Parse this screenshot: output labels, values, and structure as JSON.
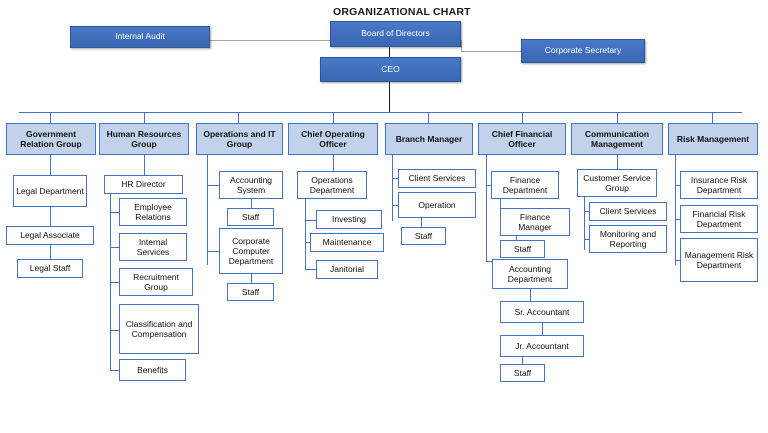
{
  "chart": {
    "title": "ORGANIZATIONAL CHART",
    "colors": {
      "solid_fill": "#3f6fbe",
      "solid_border": "#2f5597",
      "dept_fill": "#c2d2ea",
      "dept_border": "#4472c4",
      "leaf_fill": "#ffffff",
      "leaf_border": "#4472c4",
      "connector": "#4472c4",
      "connector_dark": "#1a1a1a",
      "connector_grey": "#a6a6a6",
      "text_light": "#ffffff",
      "text_dark": "#111111"
    },
    "top": {
      "board": "Board of Directors",
      "ceo": "CEO",
      "internal_audit": "Internal Audit",
      "corporate_secretary": "Corporate Secretary"
    },
    "departments": [
      {
        "name": "Government Relation Group",
        "children": [
          "Legal Department",
          "Legal Associate",
          "Legal Staff"
        ]
      },
      {
        "name": "Human Resources Group",
        "children": [
          "HR Director",
          "Employee Relations",
          "Internal Services",
          "Recruitment Group",
          "Classification and Compensation",
          "Benefits"
        ]
      },
      {
        "name": "Operations and IT Group",
        "children": [
          "Accounting System",
          "Staff",
          "Corporate Computer Department",
          "Staff"
        ]
      },
      {
        "name": "Chief Operating Officer",
        "children": [
          "Operations Department",
          "Investing",
          "Maintenance",
          "Janitorial"
        ]
      },
      {
        "name": "Branch Manager",
        "children": [
          "Client Services",
          "Operation",
          "Staff"
        ]
      },
      {
        "name": "Chief Financial Officer",
        "children": [
          "Finance Department",
          "Finance Manager",
          "Staff",
          "Accounting Department",
          "Sr. Accountant",
          "Jr. Accountant",
          "Staff"
        ]
      },
      {
        "name": "Communication Management",
        "children": [
          "Customer Service Group",
          "Client Services",
          "Monitoring and Reporting"
        ]
      },
      {
        "name": "Risk Management",
        "children": [
          "Insurance Risk Department",
          "Financial Risk Department",
          "Management Risk Department"
        ]
      }
    ]
  }
}
